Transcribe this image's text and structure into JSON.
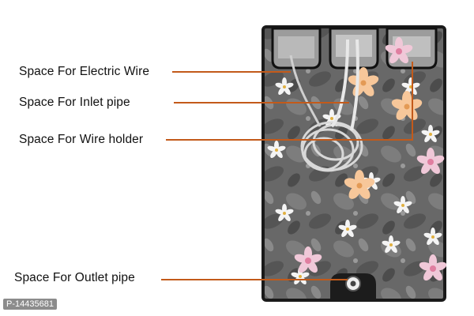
{
  "labels": {
    "electric_wire": "Space For Electric Wire",
    "inlet_pipe": "Space For Inlet pipe",
    "wire_holder": "Space For Wire holder",
    "outlet_pipe": "Space For Outlet pipe"
  },
  "watermark": "P-14435681",
  "colors": {
    "leader_line": "#c35a1a",
    "cover_background": "#6b6b6b",
    "cover_border": "#1a1a1a",
    "flower_pink": "#e07ea0",
    "flower_peach": "#f2b27a",
    "flower_white": "#f4f4f4"
  }
}
